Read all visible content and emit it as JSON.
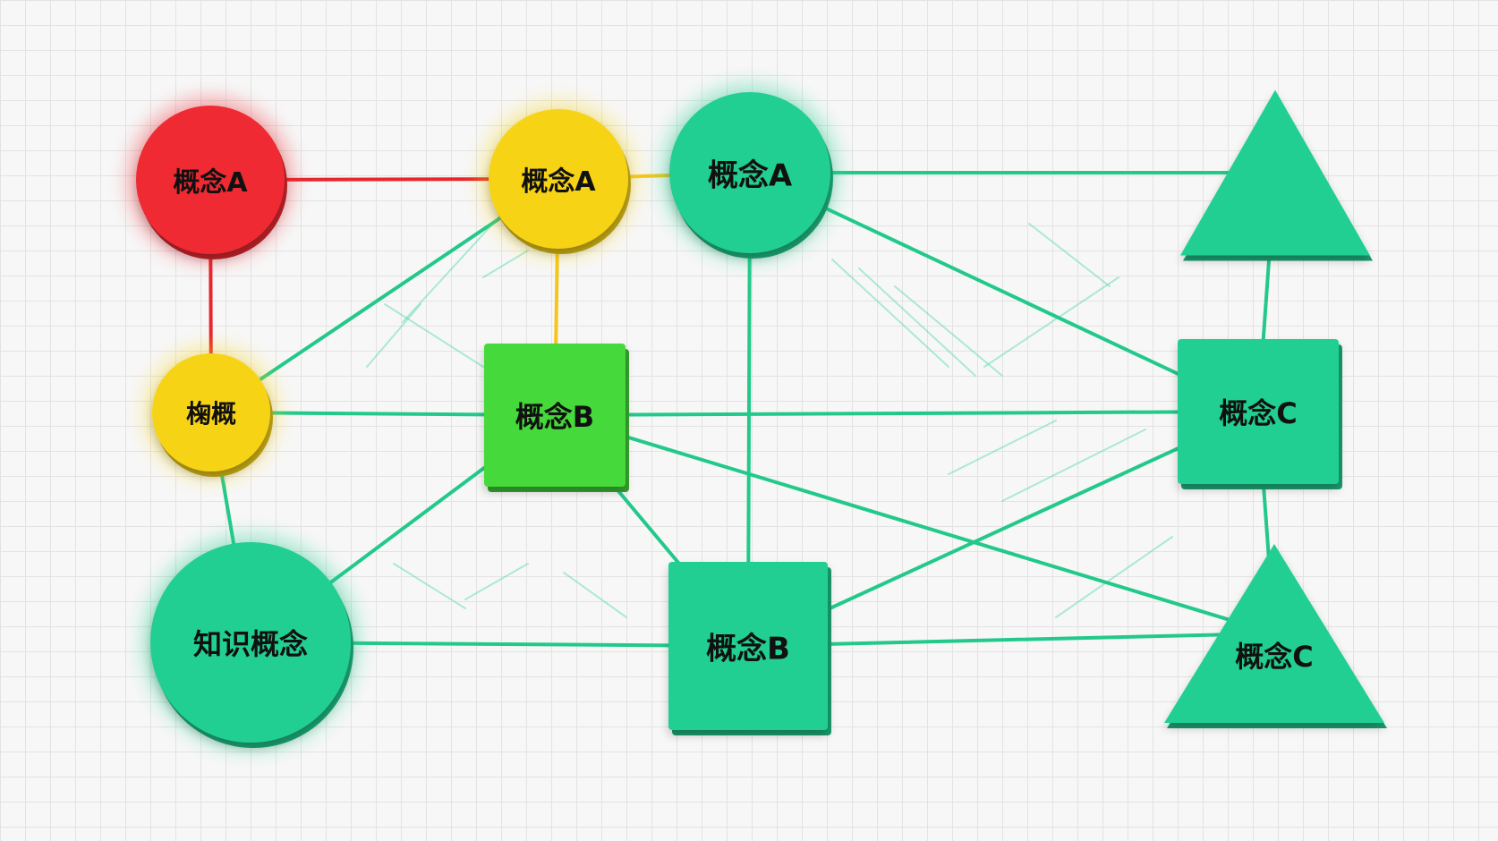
{
  "colors": {
    "red": "#ef2b33",
    "yellow": "#f7d318",
    "lime": "#44d93a",
    "teal": "#21cf92",
    "edge_red": "#e8262c",
    "edge_yellow": "#f4c51a",
    "edge_green": "#22c98a"
  },
  "nodes": [
    {
      "id": "n1",
      "label": "概念A",
      "shape": "circle",
      "color": "red"
    },
    {
      "id": "n2",
      "label": "概念A",
      "shape": "circle",
      "color": "yellow"
    },
    {
      "id": "n3",
      "label": "概念A",
      "shape": "circle",
      "color": "teal"
    },
    {
      "id": "n4",
      "label": "",
      "shape": "triangle",
      "color": "teal"
    },
    {
      "id": "n5",
      "label": "椈概",
      "shape": "circle",
      "color": "yellow"
    },
    {
      "id": "n6",
      "label": "概念B",
      "shape": "square",
      "color": "lime"
    },
    {
      "id": "n7",
      "label": "概念C",
      "shape": "square",
      "color": "teal"
    },
    {
      "id": "n8",
      "label": "知识概念",
      "shape": "circle",
      "color": "teal"
    },
    {
      "id": "n9",
      "label": "概念B",
      "shape": "square",
      "color": "teal"
    },
    {
      "id": "n10",
      "label": "概念C",
      "shape": "triangle",
      "color": "teal"
    }
  ],
  "edges": [
    {
      "from": "n1",
      "to": "n2",
      "color": "edge_red"
    },
    {
      "from": "n1",
      "to": "n5",
      "color": "edge_red"
    },
    {
      "from": "n2",
      "to": "n3",
      "color": "edge_yellow"
    },
    {
      "from": "n2",
      "to": "n6",
      "color": "edge_yellow"
    },
    {
      "from": "n3",
      "to": "n4",
      "color": "edge_green"
    },
    {
      "from": "n3",
      "to": "n9",
      "color": "edge_green"
    },
    {
      "from": "n3",
      "to": "n7",
      "color": "edge_green"
    },
    {
      "from": "n4",
      "to": "n7",
      "color": "edge_green"
    },
    {
      "from": "n5",
      "to": "n6",
      "color": "edge_green"
    },
    {
      "from": "n5",
      "to": "n8",
      "color": "edge_green"
    },
    {
      "from": "n6",
      "to": "n7",
      "color": "edge_green"
    },
    {
      "from": "n6",
      "to": "n8",
      "color": "edge_green"
    },
    {
      "from": "n6",
      "to": "n9",
      "color": "edge_green"
    },
    {
      "from": "n7",
      "to": "n10",
      "color": "edge_green"
    },
    {
      "from": "n7",
      "to": "n9",
      "color": "edge_green"
    },
    {
      "from": "n8",
      "to": "n9",
      "color": "edge_green"
    },
    {
      "from": "n9",
      "to": "n10",
      "color": "edge_green"
    },
    {
      "from": "n2",
      "to": "n5",
      "color": "edge_green"
    },
    {
      "from": "n6",
      "to": "n10",
      "color": "edge_green"
    }
  ]
}
